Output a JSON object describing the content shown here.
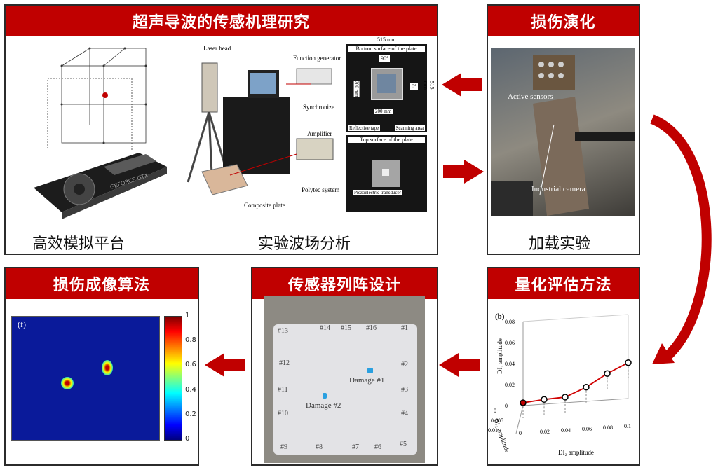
{
  "panels": {
    "mechanism": {
      "title": "超声导波的传感机理研究",
      "caption_left": "高效模拟平台",
      "caption_right": "实验波场分析"
    },
    "evolution": {
      "title": "损伤演化",
      "caption": "加载实验"
    },
    "quant": {
      "title": "量化评估方法"
    },
    "sensor": {
      "title": "传感器列阵设计"
    },
    "imaging": {
      "title": "损伤成像算法"
    }
  },
  "setup": {
    "laser_head": "Laser head",
    "function_generator": "Function generator",
    "synchronize": "Synchronize",
    "amplifier": "Amplifier",
    "polytec": "Polytec system",
    "composite_plate": "Composite plate",
    "dim_515_top": "515 mm",
    "dim_515_side": "515 mm",
    "bottom_title": "Bottom surface of the plate",
    "angle_90": "90°",
    "angle_0": "0°",
    "dim_200_v": "200 mm",
    "dim_200_h": "200 mm",
    "reflective_tape": "Reflective tape",
    "scanning_area": "Scanning area",
    "top_title": "Top surface of the plate",
    "piezo": "Piezoelectric transducer"
  },
  "loading": {
    "active_sensors": "Active sensors",
    "industrial_camera": "Industrial camera"
  },
  "array": {
    "sensor_labels": [
      "#13",
      "#14",
      "#15",
      "#16",
      "#1",
      "#12",
      "#2",
      "#11",
      "#3",
      "#10",
      "#4",
      "#9",
      "#8",
      "#7",
      "#6",
      "#5"
    ],
    "damage1": "Damage #1",
    "damage2": "Damage #2"
  },
  "image_map": {
    "panel_label": "(f)",
    "colorbar_ticks": [
      "1",
      "0.8",
      "0.6",
      "0.4",
      "0.2",
      "0"
    ]
  },
  "chart_data": {
    "type": "line",
    "title": "(b)",
    "xlabel": "DI₂ amplitude",
    "ylabel": "DI₃ amplitude",
    "zlabel": "DI₁ amplitude",
    "x_ticks": [
      "0",
      "0.02",
      "0.04",
      "0.06",
      "0.08",
      "0.1"
    ],
    "y_ticks": [
      "0",
      "0.005",
      "0.01"
    ],
    "z_ticks": [
      "0",
      "0.02",
      "0.04",
      "0.06",
      "0.08"
    ],
    "series": [
      {
        "x": [
          0.0,
          0.02,
          0.04,
          0.06,
          0.08,
          0.1
        ],
        "z": [
          0.0,
          0.002,
          0.003,
          0.012,
          0.025,
          0.035
        ]
      }
    ]
  },
  "colors": {
    "header": "#c00000",
    "arrow": "#c00000"
  }
}
